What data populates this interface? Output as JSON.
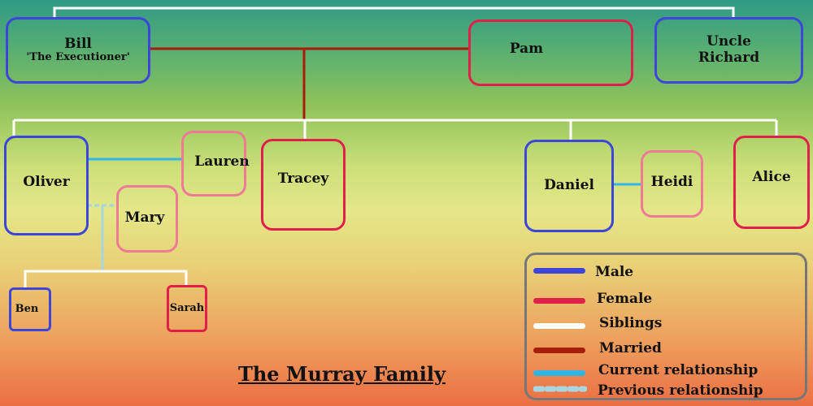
{
  "title": "The Murray Family",
  "colors": {
    "male": "#3d46d8",
    "female": "#e0204a",
    "siblings": "#ffffff",
    "married": "#a81c0a",
    "current": "#2fb5e6",
    "previous": "#a8d6e0"
  },
  "members": {
    "bill": {
      "name": "Bill",
      "nickname": "'The Executioner'"
    },
    "pam": {
      "name": "Pam"
    },
    "uncle_richard": {
      "line1": "Uncle",
      "line2": "Richard"
    },
    "oliver": {
      "name": "Oliver"
    },
    "lauren": {
      "name": "Lauren"
    },
    "mary": {
      "name": "Mary"
    },
    "tracey": {
      "name": "Tracey"
    },
    "daniel": {
      "name": "Daniel"
    },
    "heidi": {
      "name": "Heidi"
    },
    "alice": {
      "name": "Alice"
    },
    "ben": {
      "name": "Ben"
    },
    "sarah": {
      "name": "Sarah"
    }
  },
  "legend": {
    "male": "Male",
    "female": "Female",
    "siblings": "Siblings",
    "married": "Married",
    "current": "Current relationship",
    "previous": "Previous relationship"
  }
}
